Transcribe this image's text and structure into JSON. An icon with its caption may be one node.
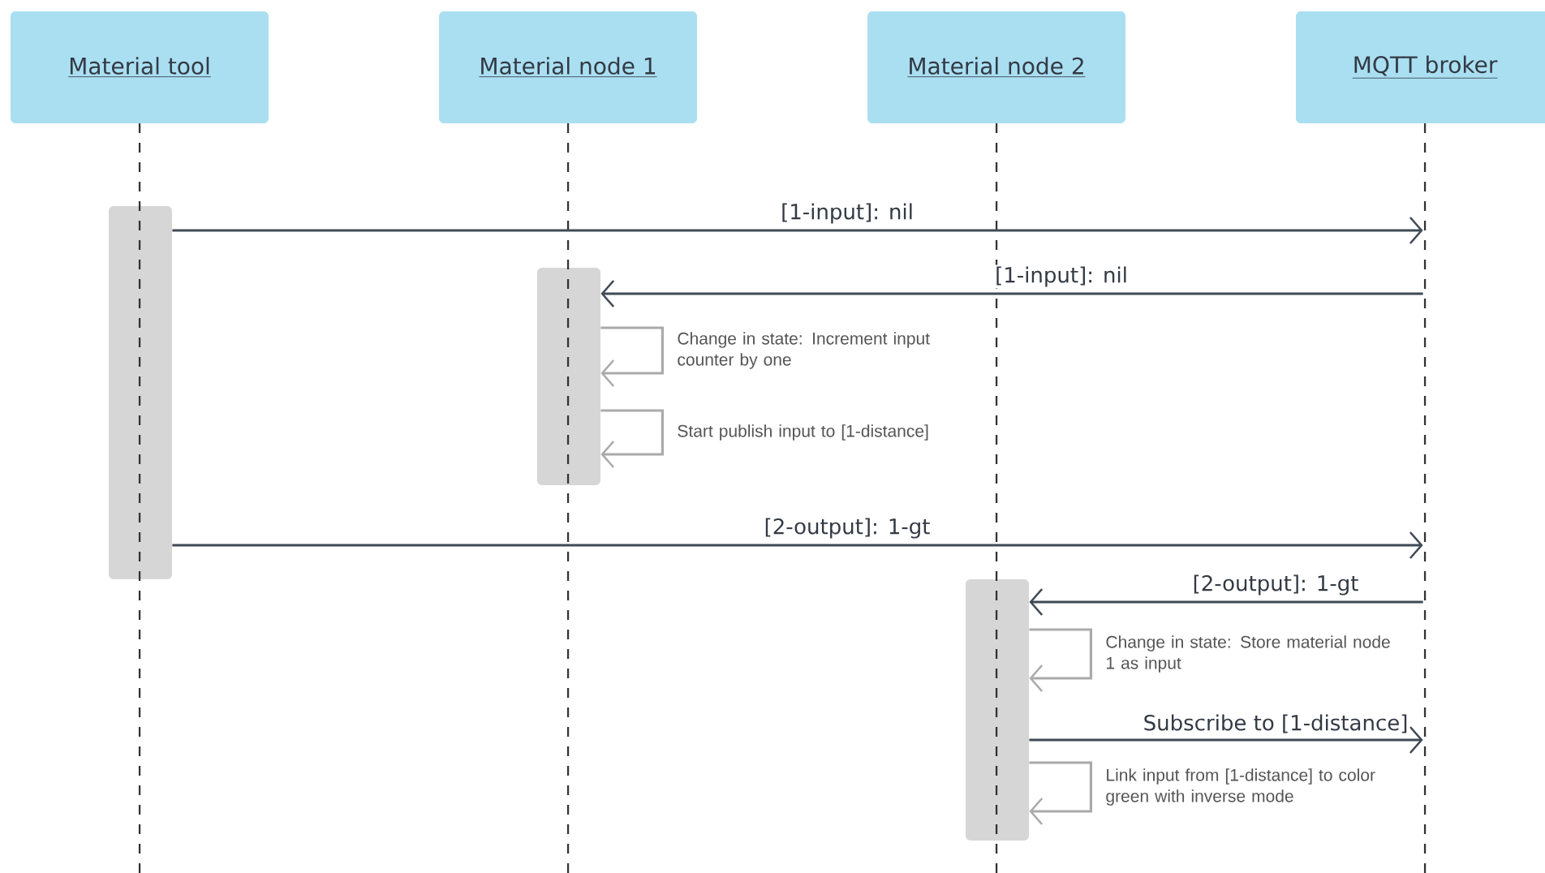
{
  "diagram": {
    "nodes": [
      {
        "text": [
          "Material tool"
        ]
      },
      {
        "text": [
          "Material node 1"
        ]
      },
      {
        "text": [
          "Material node 2"
        ]
      },
      {
        "text": [
          "MQTT broker"
        ]
      },
      {
        "text": [],
        "shape": "bar"
      },
      {
        "text": [],
        "shape": "bar"
      },
      {
        "text": [],
        "shape": "bar"
      },
      {
        "text": [],
        "shape": "line"
      },
      {
        "text": [],
        "shape": "line"
      },
      {
        "text": [],
        "shape": "line"
      },
      {
        "text": [],
        "shape": "line"
      }
    ],
    "edges": [
      {
        "from": 4,
        "to": 10,
        "arrow": "to",
        "label": "[1-input]: nil"
      },
      {
        "from": 10,
        "to": 5,
        "arrow": "to",
        "label": "[1-input]: nil"
      },
      {
        "from": 5,
        "to": 5,
        "arrow": "to",
        "label": "Change in state: Increment input counter by one",
        "color": "#aaaaaa"
      },
      {
        "from": 5,
        "to": 5,
        "arrow": "to",
        "label": "Start publish input to [1-distance]",
        "color": "#aaaaaa"
      },
      {
        "from": 4,
        "to": 10,
        "arrow": "to",
        "label": "[2-output]: 1-gt"
      },
      {
        "from": 10,
        "to": 6,
        "arrow": "to",
        "label": "[2-output]: 1-gt"
      },
      {
        "from": 6,
        "to": 6,
        "arrow": "to",
        "label": "Change in state: Store material node 1 as input",
        "color": "#aaaaaa"
      },
      {
        "from": 6,
        "to": 10,
        "arrow": "to",
        "label": "Subscribe to [1-distance]"
      },
      {
        "from": 6,
        "to": 6,
        "arrow": "to",
        "label": "Link input from [1-distance] to color green with inverse mode",
        "color": "#aaaaaa"
      }
    ]
  }
}
